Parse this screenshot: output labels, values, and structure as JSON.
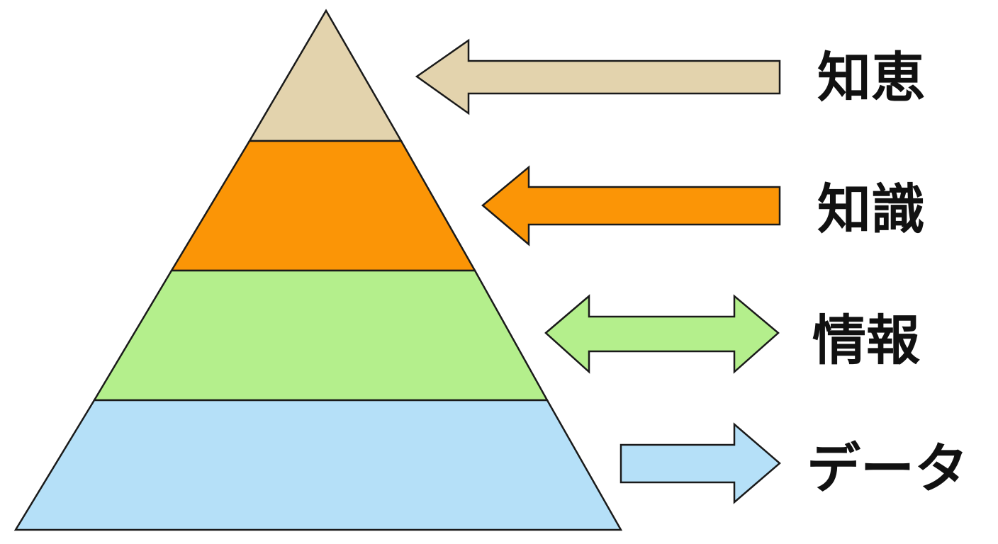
{
  "levels": [
    {
      "id": "wisdom",
      "label": "知恵",
      "color": "#e3d3ad",
      "arrow": "left"
    },
    {
      "id": "knowledge",
      "label": "知識",
      "color": "#fb9506",
      "arrow": "left"
    },
    {
      "id": "information",
      "label": "情報",
      "color": "#b4ef8c",
      "arrow": "both"
    },
    {
      "id": "data",
      "label": "データ",
      "color": "#b5e0f8",
      "arrow": "right"
    }
  ]
}
